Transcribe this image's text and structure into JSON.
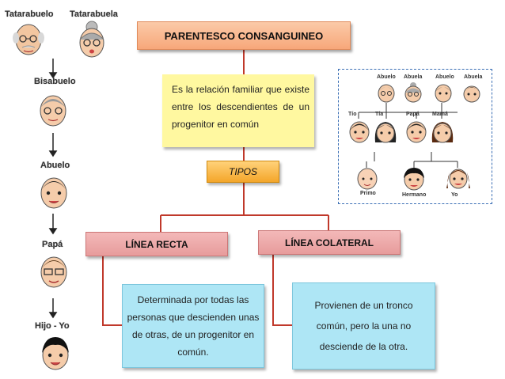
{
  "title": "PARENTESCO CONSANGUINEO",
  "definition": "Es la relación familiar que existe entre los descendientes de un progenitor en común",
  "tipos": "TIPOS",
  "linea_recta": {
    "label": "LÍNEA RECTA",
    "description": "Determinada por todas las personas que descienden unas de otras, de un progenitor en común."
  },
  "linea_colateral": {
    "label": "LÍNEA COLATERAL",
    "description": "Provienen de un tronco común, pero la una no desciende de la otra."
  },
  "generations": {
    "tatarabuelo": "Tatarabuelo",
    "tatarabuela": "Tatarabuela",
    "bisabuelo": "Bisabuelo",
    "abuelo": "Abuelo",
    "papa": "Papá",
    "hijo": "Hijo - Yo"
  },
  "family_tree": {
    "abuelos": [
      "Abuelo",
      "Abuela",
      "Abuelo",
      "Abuela"
    ],
    "padres": [
      "Tío",
      "Tía",
      "Papá",
      "Mamá"
    ],
    "hijos": [
      "Primo",
      "Hermano",
      "Yo"
    ]
  },
  "colors": {
    "connector": "#c0392b",
    "title_fill": "#f7a77a",
    "definition_fill": "#fff8a0",
    "tipos_fill": "#f4a62a",
    "type_fill": "#e79c9c",
    "description_fill": "#aee6f5",
    "panel_border": "#3b6fb5"
  }
}
